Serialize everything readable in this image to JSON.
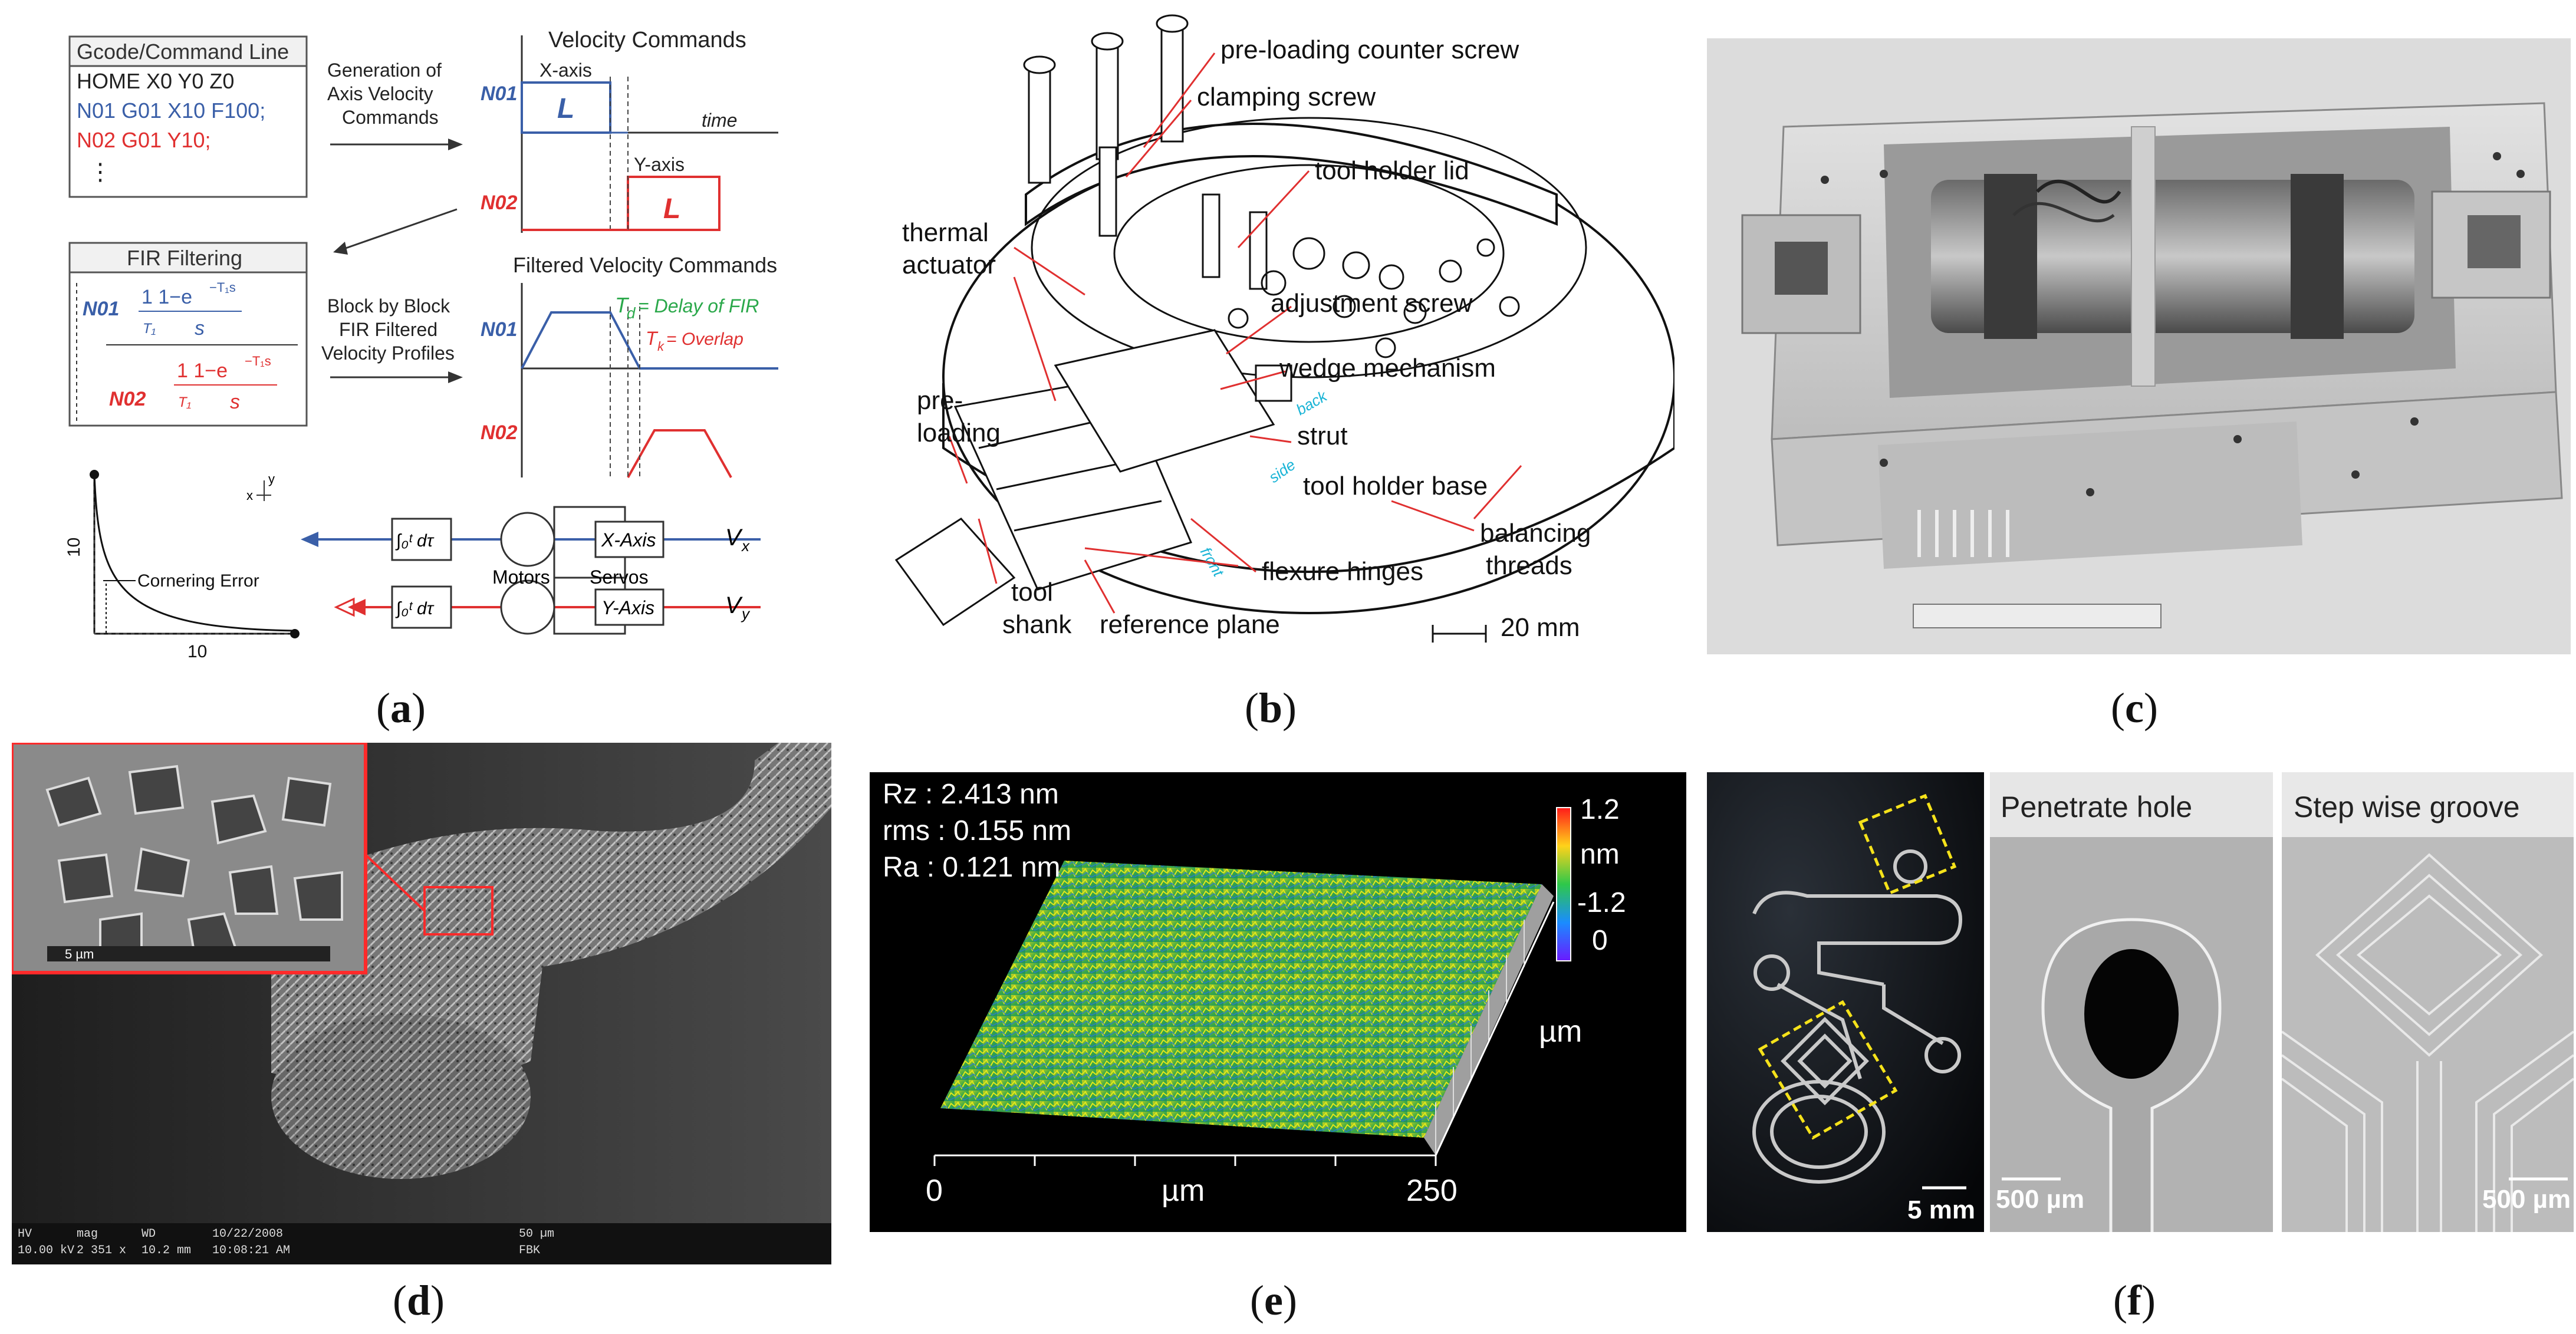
{
  "panel_a": {
    "gcode_title": "Gcode/Command Line",
    "gcode_line1": "HOME  X0 Y0 Z0",
    "gcode_line2": "N01 G01 X10 F100;",
    "gcode_line3": "N02 G01 Y10;",
    "gcode_dots": "⋮",
    "gen_label_1": "Generation of",
    "gen_label_2": "Axis Velocity",
    "gen_label_3": "Commands",
    "vel_title": "Velocity Commands",
    "xaxis": "X-axis",
    "yaxis": "Y-axis",
    "time": "time",
    "n01": "N01",
    "n02": "N02",
    "L": "L",
    "fir_title": "FIR Filtering",
    "fir_n01": "N01",
    "fir_n02": "N02",
    "block_1": "Block by Block",
    "block_2": "FIR Filtered",
    "block_3": "Velocity Profiles",
    "filtered_title": "Filtered Velocity Commands",
    "td_label": "T",
    "td_sub": "d",
    "td_text": "= Delay of FIR",
    "tk_label": "T",
    "tk_sub": "k",
    "tk_text": "= Overlap",
    "cornering": "Cornering Error",
    "ten_x": "10",
    "ten_y": "10",
    "motors": "Motors",
    "servos": "Servos",
    "x_axis_box": "X-Axis",
    "y_axis_box": "Y-Axis",
    "vx": "V",
    "vx_sub": "x",
    "vy": "V",
    "vy_sub": "y",
    "integral": "∫₀ᵗ dτ",
    "axis_y": "y",
    "axis_x": "x"
  },
  "panel_b": {
    "labels": {
      "preloading_counter_screw": "pre-loading counter screw",
      "clamping_screw": "clamping screw",
      "tool_holder_lid": "tool holder lid",
      "thermal_1": "thermal",
      "thermal_2": "actuator",
      "adjustment_screw": "adjustment screw",
      "wedge_mechanism": "wedge mechanism",
      "pre_1": "pre-",
      "pre_2": "loading",
      "strut": "strut",
      "tool_holder_base": "tool holder base",
      "balancing_1": "balancing",
      "balancing_2": "threads",
      "flexure_hinges": "flexure hinges",
      "tool_1": "tool",
      "tool_2": "shank",
      "reference_plane": "reference plane",
      "scale": "20 mm",
      "back": "back",
      "side": "side",
      "front": "front"
    }
  },
  "panel_d": {
    "footer": [
      "HV",
      "mag",
      "WD",
      "10/22/2008",
      "50 µm"
    ],
    "footer_vals": [
      "10.00 kV",
      "2 351 x",
      "10.2 mm",
      "10:08:21 AM",
      "FBK"
    ],
    "inset_scale": "5 µm"
  },
  "panel_e": {
    "rz": "Rz : 2.413 nm",
    "rms": "rms : 0.155 nm",
    "ra": "Ra : 0.121 nm",
    "cb_max": "1.2",
    "cb_unit": "nm",
    "cb_min": "-1.2",
    "cb_zero": "0",
    "x0": "0",
    "xunit": "µm",
    "x250": "250",
    "yunit": "µm"
  },
  "panel_f": {
    "scale_left": "5 mm",
    "penetrate": "Penetrate hole",
    "scale_mid": "500 µm",
    "stepwise": "Step wise groove",
    "scale_right": "500 µm"
  },
  "captions": {
    "a": "a",
    "b": "b",
    "c": "c",
    "d": "d",
    "e": "e",
    "f": "f"
  },
  "colors": {
    "blue": "#3a5fa8",
    "red": "#e03030",
    "green": "#2aa84a"
  }
}
